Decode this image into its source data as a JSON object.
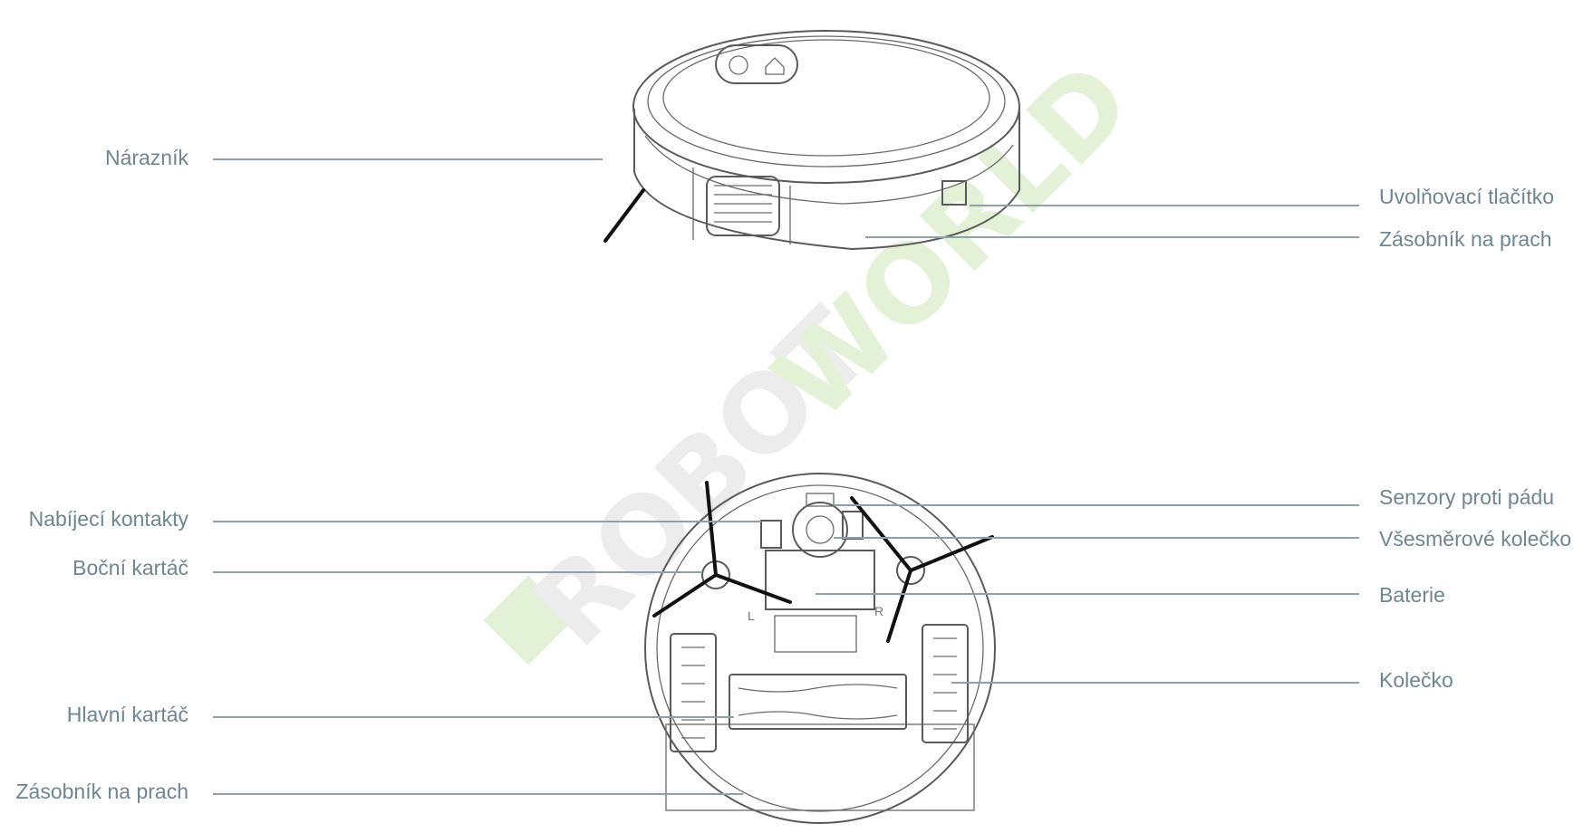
{
  "watermark": {
    "robot": "ROBOT",
    "world": "WORLD",
    "robot_color": "#ececec",
    "world_color": "#e3f1d6",
    "mark_color": "#e3f1d6"
  },
  "top_view": {
    "labels": {
      "bumper": "Nárazník",
      "release_button": "Uvolňovací tlačítko",
      "dust_bin": "Zásobník na prach"
    }
  },
  "bottom_view": {
    "labels": {
      "charging_contacts": "Nabíjecí kontakty",
      "side_brush": "Boční kartáč",
      "main_brush": "Hlavní kartáč",
      "dust_bin": "Zásobník na prach",
      "cliff_sensors": "Senzory proti pádu",
      "caster_wheel": "Všesměrové kolečko",
      "battery": "Baterie",
      "wheel": "Kolečko"
    },
    "side_markers": {
      "left": "L",
      "right": "R"
    }
  },
  "colors": {
    "label_text": "#6f8590",
    "leader_line": "#8ea0aa",
    "line_art": "#5a5a5a"
  }
}
